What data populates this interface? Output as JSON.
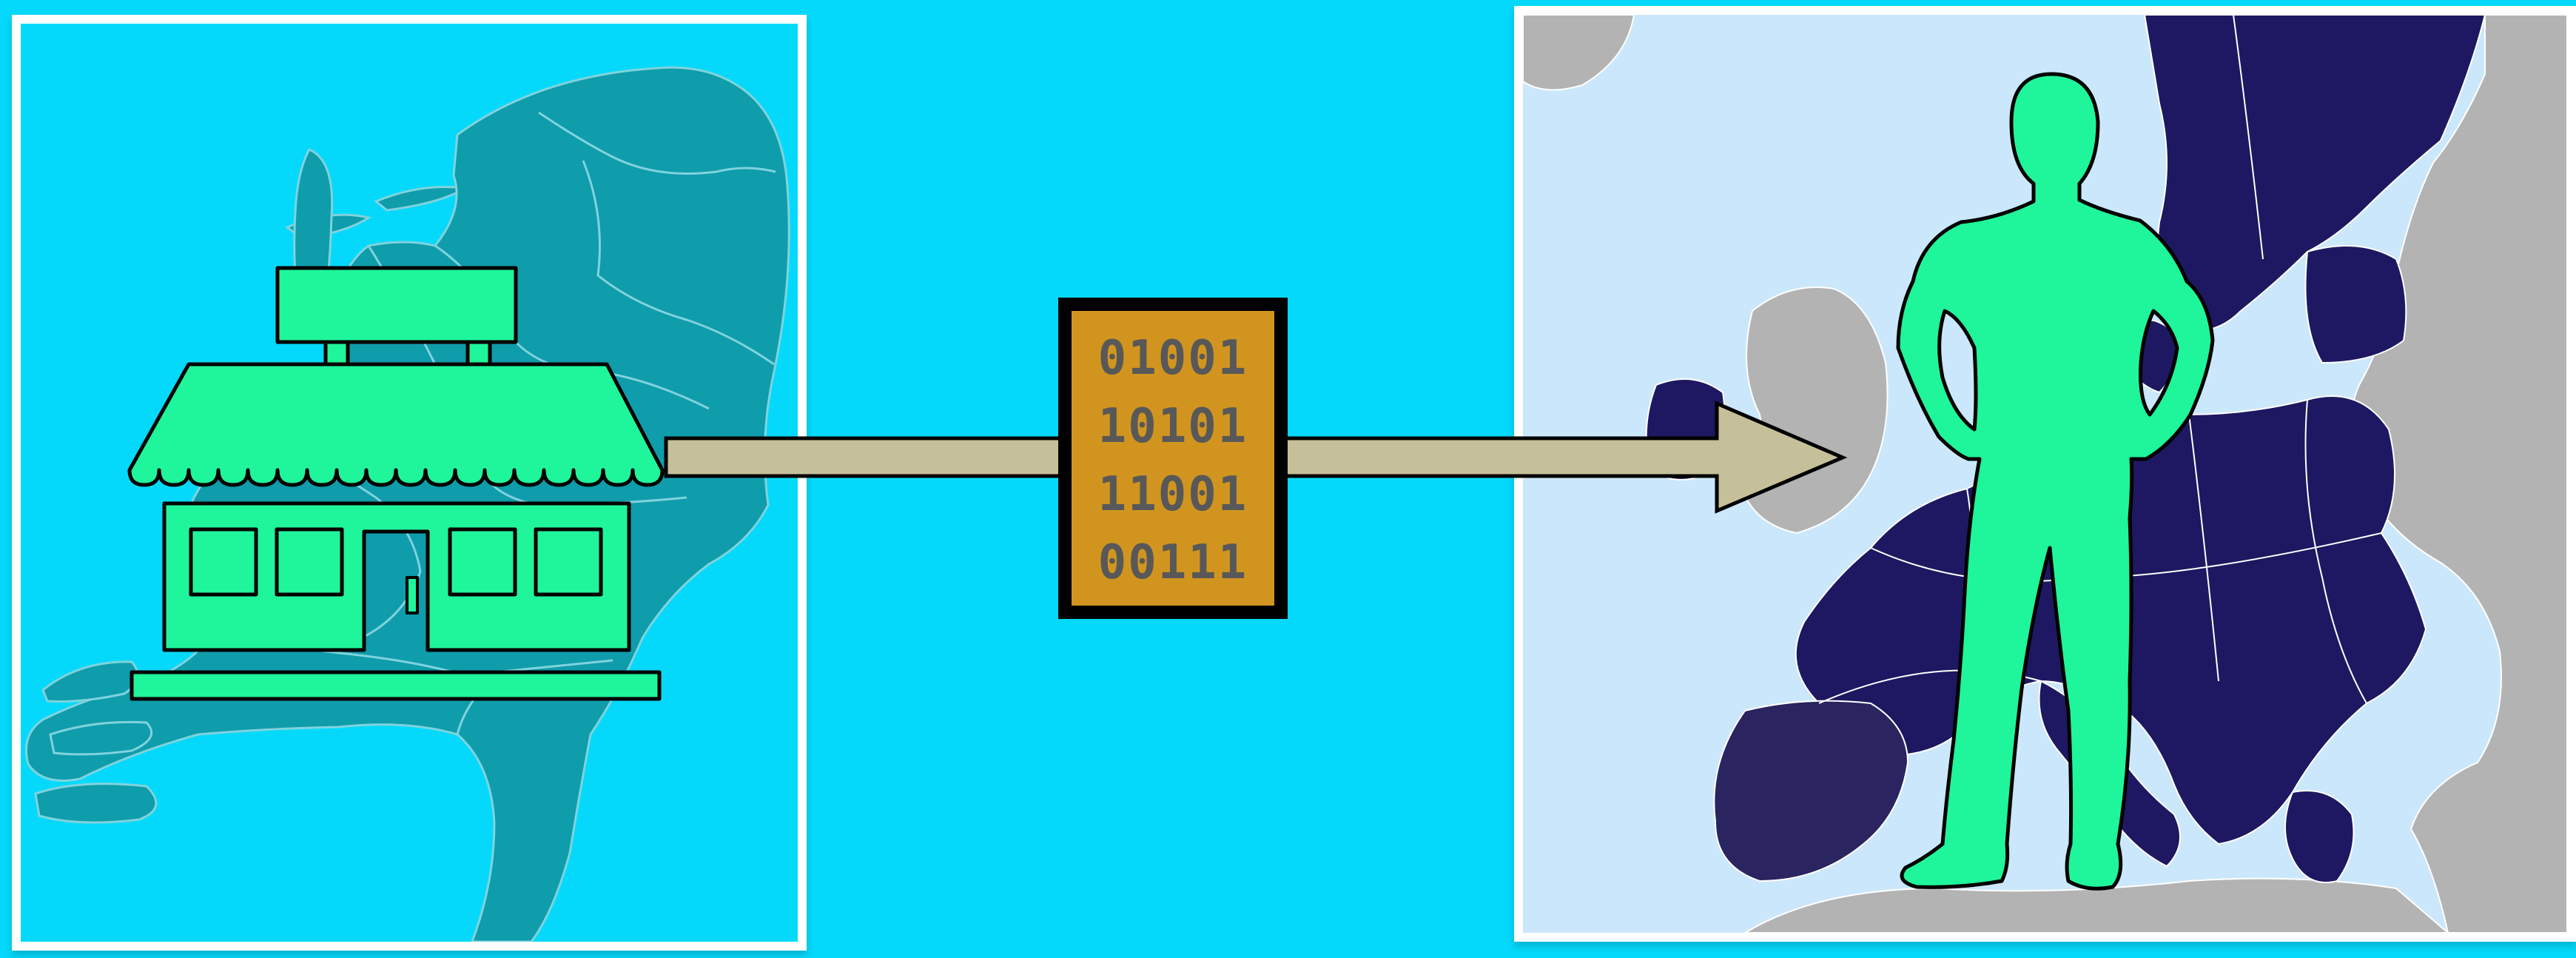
{
  "diagram": {
    "binary_lines": [
      "01001",
      "10101",
      "11001",
      "00111"
    ],
    "left_panel": {
      "map": "netherlands-map",
      "icon": "shop-icon"
    },
    "right_panel": {
      "map": "europe-map",
      "icon": "person-silhouette-icon"
    },
    "flow": "shop-to-data-to-person"
  },
  "colors": {
    "background": "#05d9fb",
    "panel_border": "#ffffff",
    "netherlands_land": "#0f9cab",
    "europe_sea": "#cbe7fb",
    "eu_members": "#1d1861",
    "non_members": "#b3b3b3",
    "icon_fill": "#1ff59b",
    "arrow_fill": "#c6c09a",
    "data_fill": "#d1951f",
    "data_text": "#585858"
  }
}
